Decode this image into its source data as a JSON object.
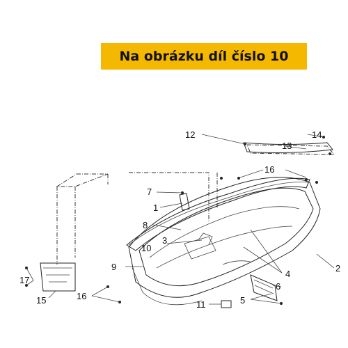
{
  "banner": {
    "text": "Na obrázku díl číslo 10"
  },
  "callouts": [
    {
      "id": "c12",
      "label": "12"
    },
    {
      "id": "c14",
      "label": "14"
    },
    {
      "id": "c13",
      "label": "13"
    },
    {
      "id": "c16a",
      "label": "16"
    },
    {
      "id": "c7",
      "label": "7"
    },
    {
      "id": "c1",
      "label": "1"
    },
    {
      "id": "c8",
      "label": "8"
    },
    {
      "id": "c10",
      "label": "10"
    },
    {
      "id": "c3",
      "label": "3"
    },
    {
      "id": "c9",
      "label": "9"
    },
    {
      "id": "c2",
      "label": "2"
    },
    {
      "id": "c4",
      "label": "4"
    },
    {
      "id": "c6",
      "label": "6"
    },
    {
      "id": "c5",
      "label": "5"
    },
    {
      "id": "c11",
      "label": "11"
    },
    {
      "id": "c16b",
      "label": "16"
    },
    {
      "id": "c17",
      "label": "17"
    },
    {
      "id": "c15",
      "label": "15"
    }
  ],
  "colors": {
    "banner": "#f5b800",
    "lines": "#222222"
  }
}
